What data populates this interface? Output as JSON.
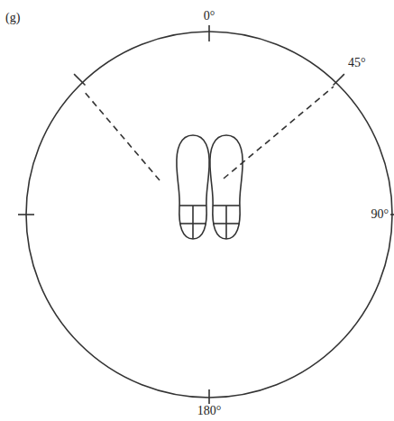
{
  "diagram": {
    "labels": [
      "(g)",
      "0°",
      "45°",
      "90°",
      "180°"
    ]
  }
}
